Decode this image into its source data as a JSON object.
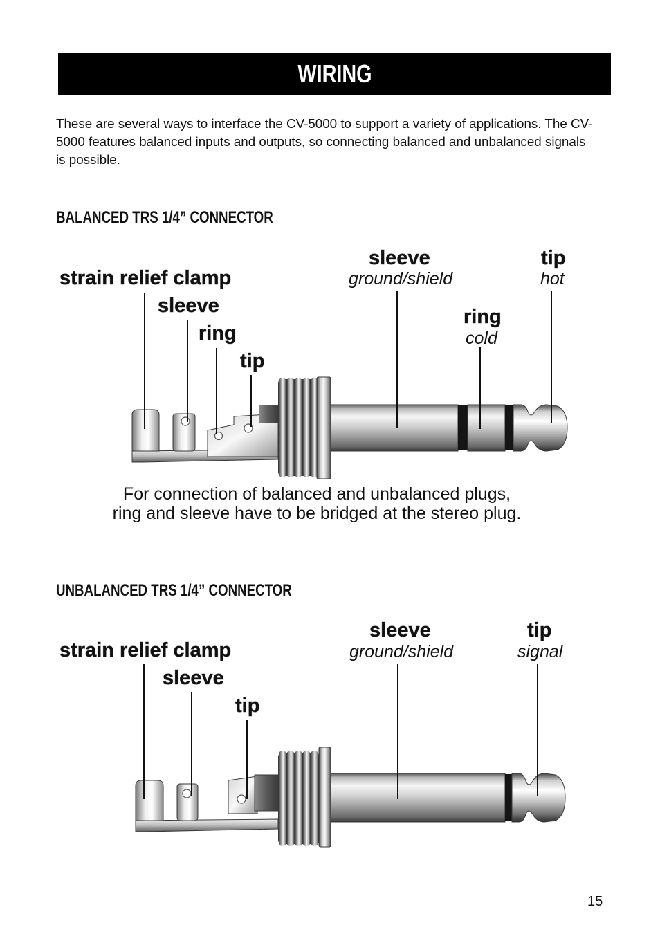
{
  "header": {
    "title": "WIRING"
  },
  "intro": {
    "lines": [
      "These are several ways to interface the CV-5000 to support a variety of applications. The CV-",
      "5000 features balanced inputs and outputs, so connecting balanced and unbalanced signals",
      "is possible."
    ]
  },
  "balanced": {
    "heading": "BALANCED TRS 1/4” CONNECTOR",
    "cable_side": {
      "clamp": "strain relief clamp",
      "sleeve": "sleeve",
      "ring": "ring",
      "tip": "tip"
    },
    "plug_side": {
      "sleeve": {
        "name": "sleeve",
        "role": "ground/shield"
      },
      "ring": {
        "name": "ring",
        "role": "cold"
      },
      "tip": {
        "name": "tip",
        "role": "hot"
      }
    },
    "note": [
      "For connection of balanced and unbalanced plugs,",
      "ring and sleeve have to be bridged at the stereo plug."
    ]
  },
  "unbalanced": {
    "heading": "UNBALANCED TRS 1/4” CONNECTOR",
    "cable_side": {
      "clamp": "strain relief clamp",
      "sleeve": "sleeve",
      "tip": "tip"
    },
    "plug_side": {
      "sleeve": {
        "name": "sleeve",
        "role": "ground/shield"
      },
      "tip": {
        "name": "tip",
        "role": "signal"
      }
    }
  },
  "footer": {
    "page_number": "15"
  }
}
